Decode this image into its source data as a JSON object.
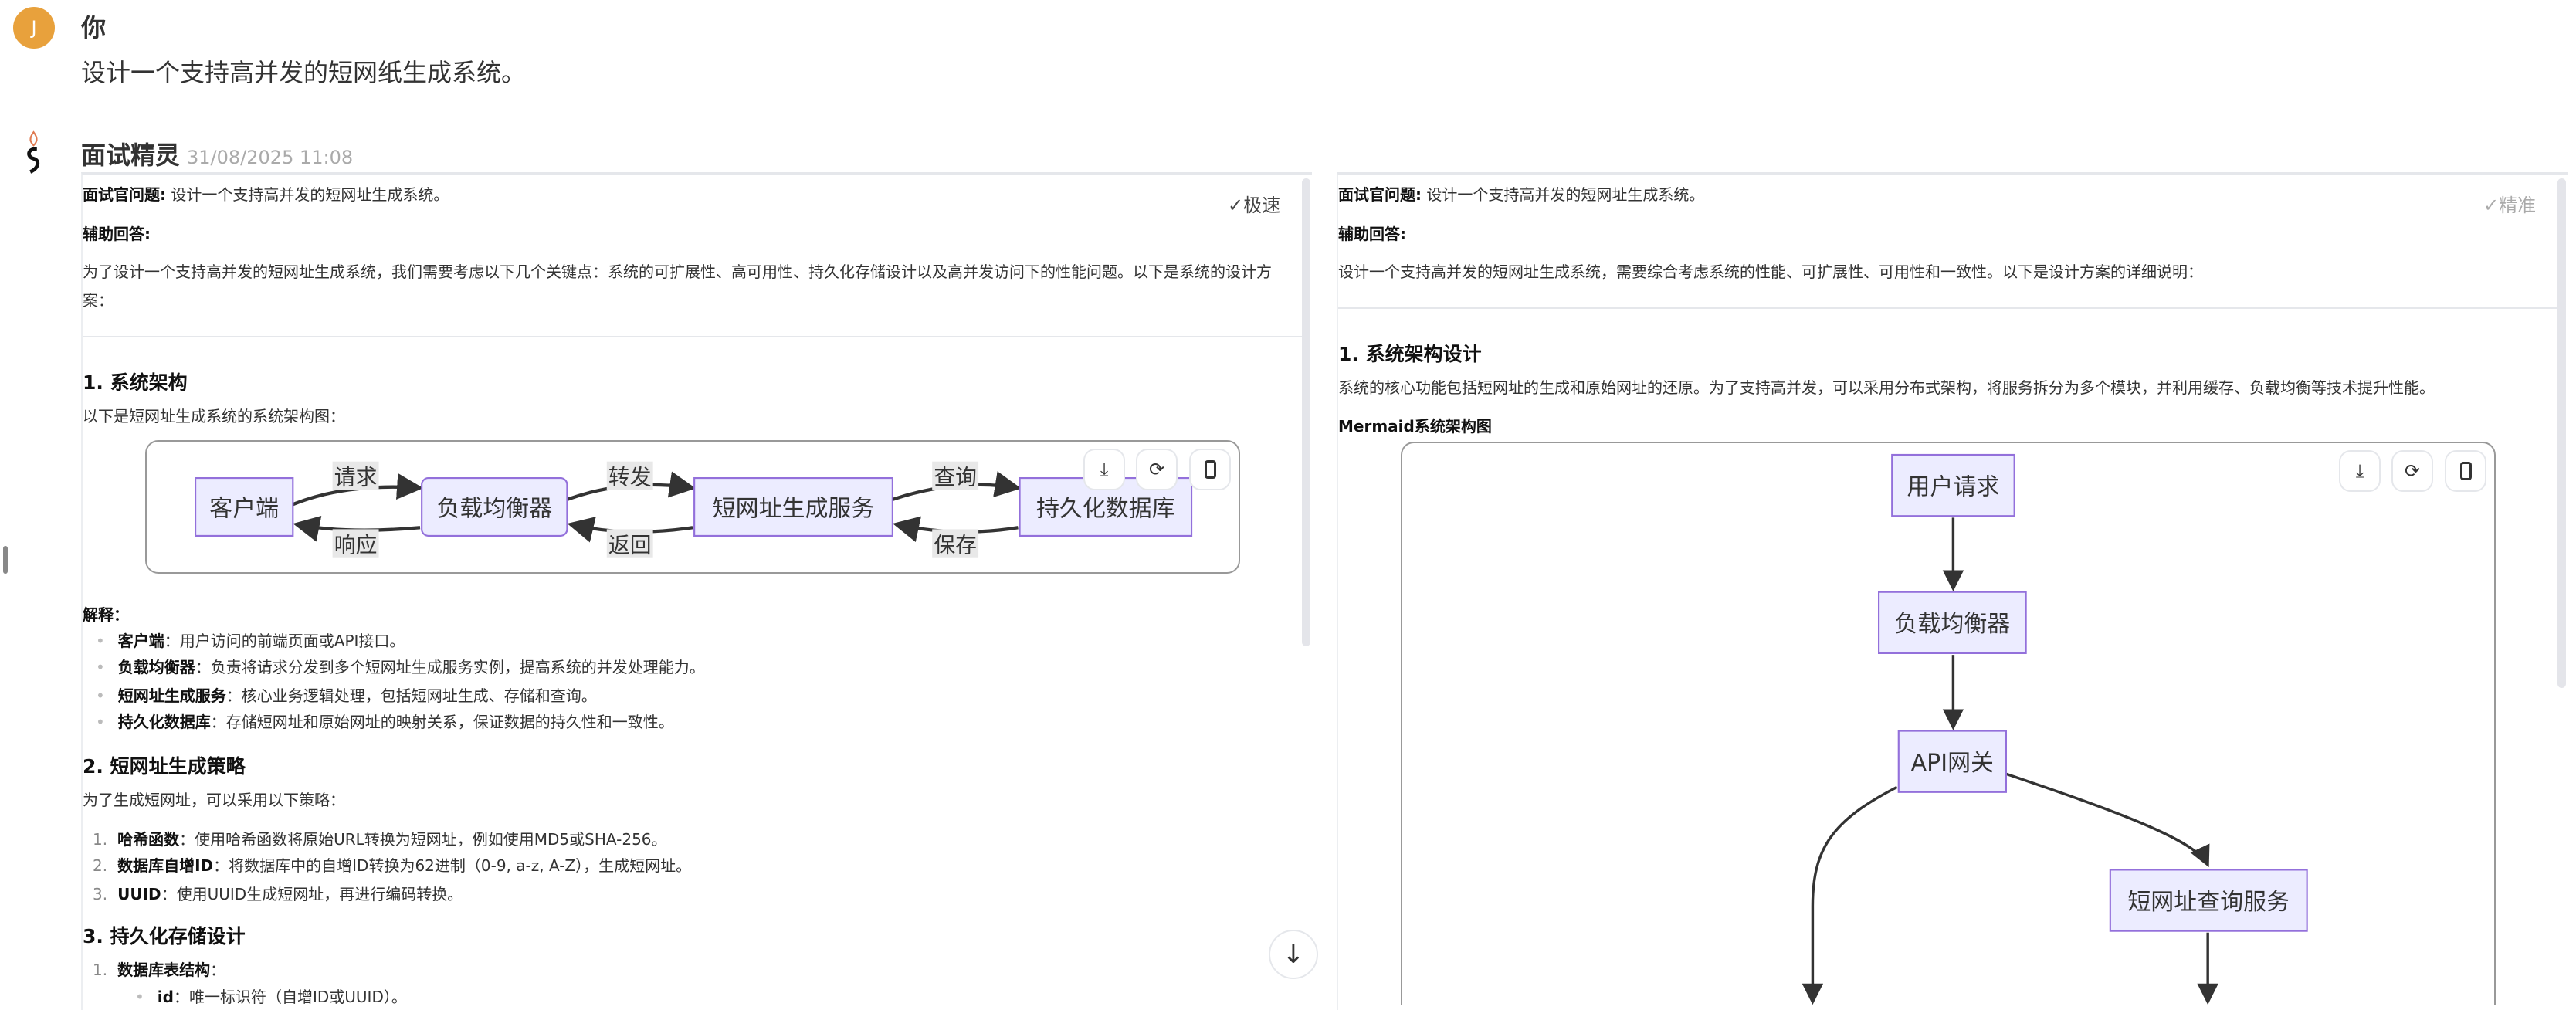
{
  "user": {
    "avatar_letter": "J",
    "name": "你",
    "question": "设计一个支持高并发的短网纸生成系统。"
  },
  "bot": {
    "name": "面试精灵",
    "timestamp": "31/08/2025 11:08"
  },
  "left": {
    "q_label": "面试官问题:",
    "q_text": "设计一个支持高并发的短网址生成系统。",
    "mode": "极速",
    "a_label": "辅助回答:",
    "intro1": "为了设计一个支持高并发的短网址生成系统，我们需要考虑以下几个关键点：系统的可扩展性、高可用性、持久化存储设计以及高并发访问下的性能问题。以下是系统的设计方",
    "intro2": "案：",
    "h1": "1. 系统架构",
    "h1_text": "以下是短网址生成系统的系统架构图：",
    "diagram": {
      "nodes": [
        "客户端",
        "负载均衡器",
        "短网址生成服务",
        "持久化数据库"
      ],
      "edges_top": [
        "请求",
        "转发",
        "查询"
      ],
      "edges_bottom": [
        "响应",
        "返回",
        "保存"
      ]
    },
    "explain_label": "解释：",
    "explain": [
      {
        "k": "客户端",
        "v": "：用户访问的前端页面或API接口。"
      },
      {
        "k": "负载均衡器",
        "v": "：负责将请求分发到多个短网址生成服务实例，提高系统的并发处理能力。"
      },
      {
        "k": "短网址生成服务",
        "v": "：核心业务逻辑处理，包括短网址生成、存储和查询。"
      },
      {
        "k": "持久化数据库",
        "v": "：存储短网址和原始网址的映射关系，保证数据的持久性和一致性。"
      }
    ],
    "h2": "2. 短网址生成策略",
    "h2_text": "为了生成短网址，可以采用以下策略：",
    "strategies": [
      {
        "n": "1.",
        "k": "哈希函数",
        "v": "：使用哈希函数将原始URL转换为短网址，例如使用MD5或SHA-256。"
      },
      {
        "n": "2.",
        "k": "数据库自增ID",
        "v": "：将数据库中的自增ID转换为62进制（0-9, a-z, A-Z），生成短网址。"
      },
      {
        "n": "3.",
        "k": "UUID",
        "v": "：使用UUID生成短网址，再进行编码转换。"
      }
    ],
    "h3": "3. 持久化存储设计",
    "storage": {
      "n": "1.",
      "k": "数据库表结构",
      "v": "：",
      "sub_k": "id",
      "sub_v": "：唯一标识符（自增ID或UUID）。"
    }
  },
  "right": {
    "q_label": "面试官问题:",
    "q_text": "设计一个支持高并发的短网址生成系统。",
    "mode": "精准",
    "a_label": "辅助回答:",
    "intro": "设计一个支持高并发的短网址生成系统，需要综合考虑系统的性能、可扩展性、可用性和一致性。以下是设计方案的详细说明：",
    "h1": "1. 系统架构设计",
    "h1_text": "系统的核心功能包括短网址的生成和原始网址的还原。为了支持高并发，可以采用分布式架构，将服务拆分为多个模块，并利用缓存、负载均衡等技术提升性能。",
    "diagram_label": "Mermaid系统架构图",
    "diagram": {
      "nodes": [
        "用户请求",
        "负载均衡器",
        "API网关",
        "短网址查询服务"
      ]
    }
  },
  "colors": {
    "avatar": "#e8a13c",
    "node_fill": "#ececff",
    "node_stroke": "#9370db",
    "edge": "#333333"
  }
}
